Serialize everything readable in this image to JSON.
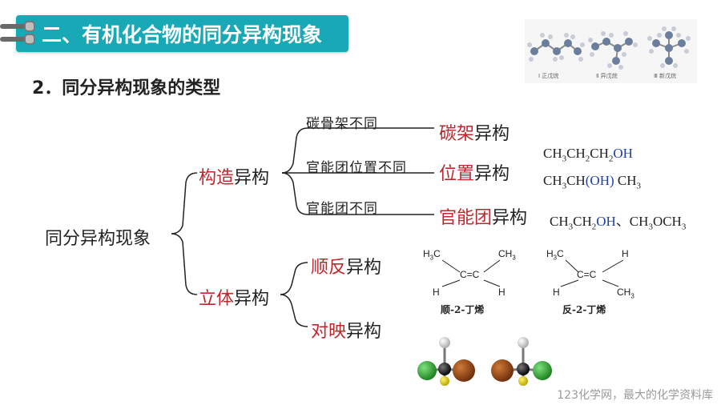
{
  "header": {
    "title": "二、有机化合物的同分异构现象"
  },
  "subtitle": "2．同分异构现象的类型",
  "tree": {
    "root": "同分异构现象",
    "constitutional": {
      "accent": "构造",
      "rest": "异构"
    },
    "stereo": {
      "accent": "立体",
      "rest": "异构"
    },
    "branches": {
      "skeleton_reason": "碳骨架不同",
      "position_reason": "官能团位置不同",
      "group_reason": "官能团不同"
    },
    "leaves": {
      "skeleton": {
        "accent": "碳架",
        "rest": "异构"
      },
      "position": {
        "accent": "位置",
        "rest": "异构"
      },
      "group": {
        "accent": "官能团",
        "rest": "异构"
      },
      "cis_trans": {
        "accent": "顺反",
        "rest": "异构"
      },
      "enantiomer": {
        "accent": "对映",
        "rest": "异构"
      }
    }
  },
  "formulas": {
    "propanol_1": "CH3CH2CH2OH",
    "propanol_2": "CH3CH(OH) CH3",
    "ethanol_ether": "CH3CH2OH、CH3OCH3"
  },
  "pentane_images": {
    "captions": [
      "Ⅰ 正戊烷",
      "Ⅱ 异戊烷",
      "Ⅲ 新戊烷"
    ]
  },
  "butene": {
    "cis": {
      "caption": "顺-2-丁烯",
      "tl": "H3C",
      "tr": "CH3",
      "bl": "H",
      "br": "H",
      "bond": "C=C"
    },
    "trans": {
      "caption": "反-2-丁烯",
      "tl": "H3C",
      "tr": "H",
      "bl": "H",
      "br": "CH3",
      "bond": "C=C"
    }
  },
  "colors": {
    "header_bg": "#19a8b6",
    "accent_red": "#c0272d",
    "formula_blue": "#1e3fa5"
  },
  "watermark": "123化学网，最大的化学资料库"
}
